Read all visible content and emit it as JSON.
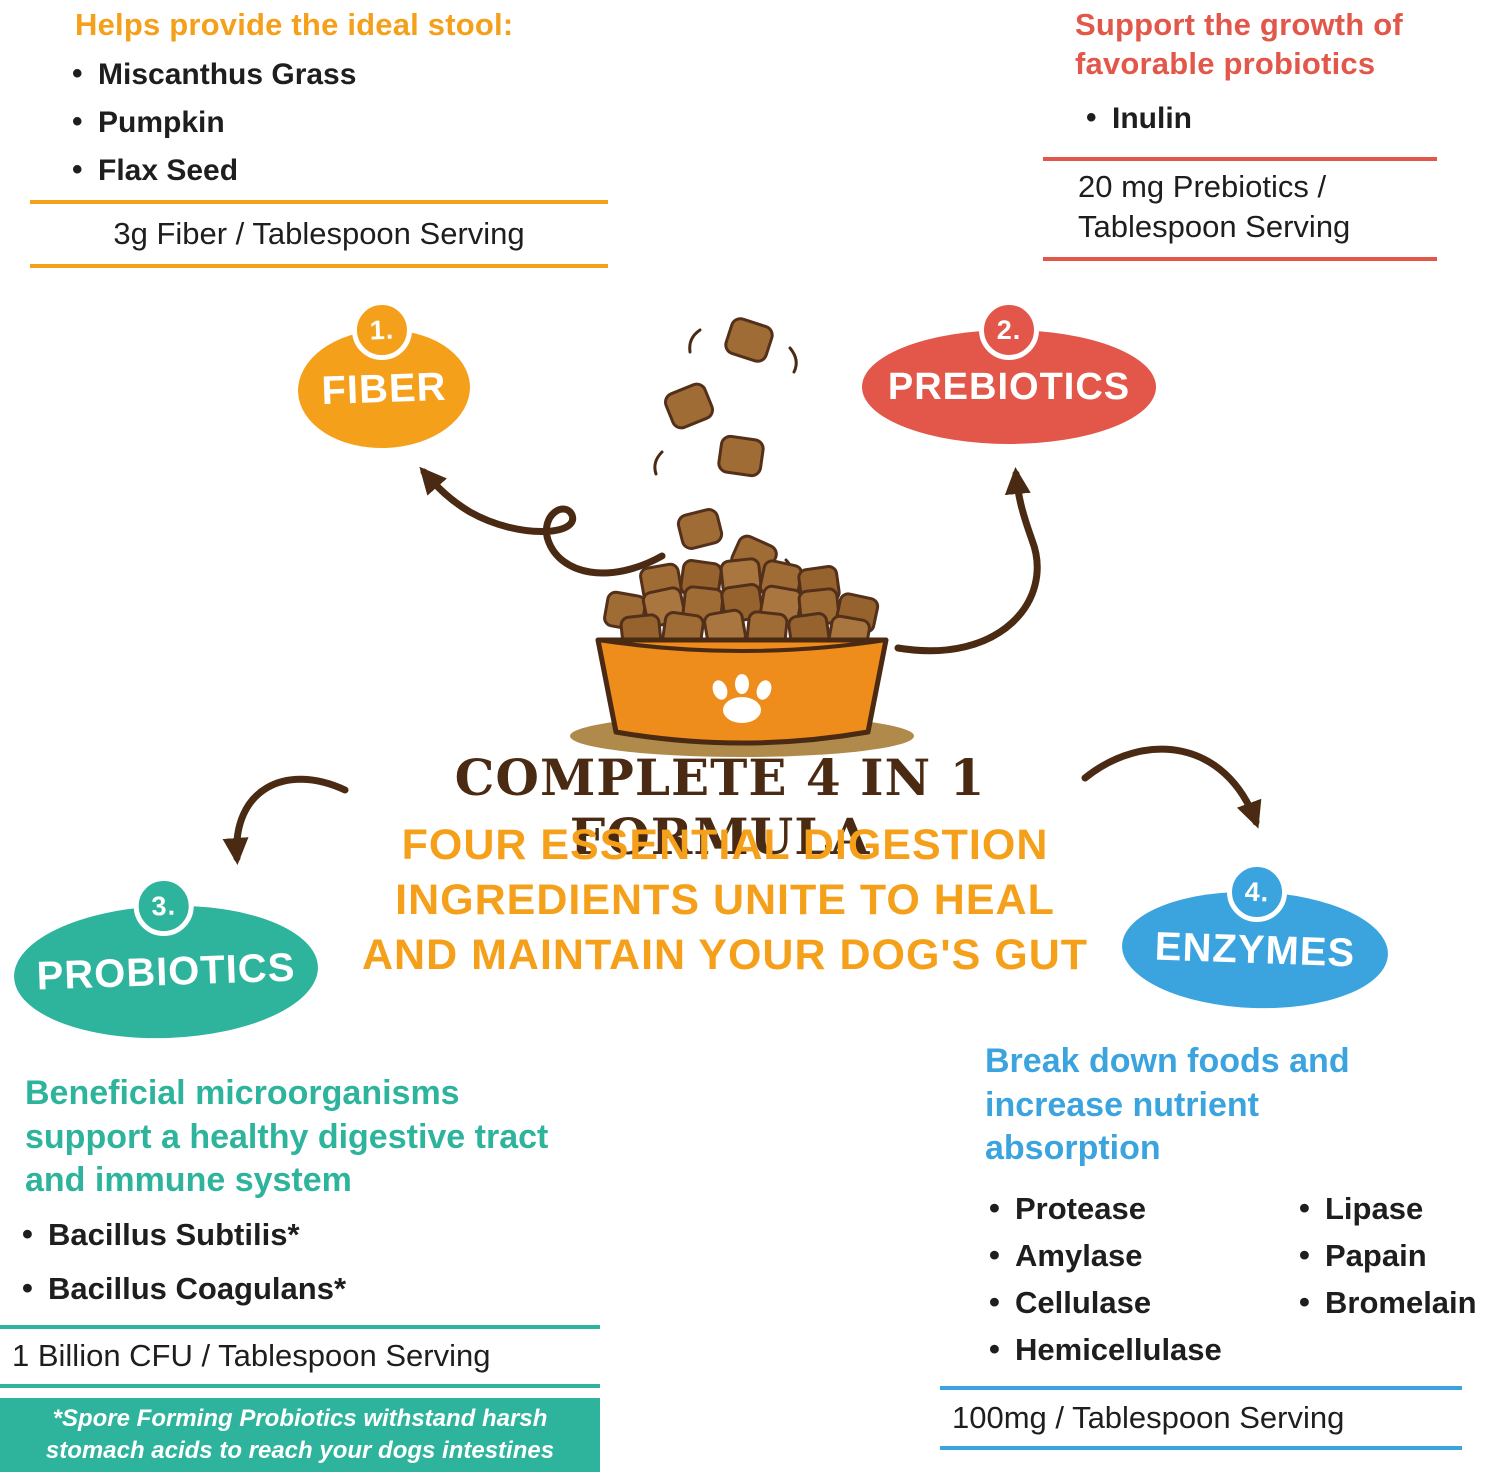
{
  "colors": {
    "orange": "#F5A01B",
    "red": "#E2574A",
    "teal": "#2EB49C",
    "blue": "#3BA4DE",
    "brown": "#4A2A12",
    "text_dark": "#1E1E1E",
    "bowl_orange": "#EE8C1C",
    "kibble_brown": "#A06C36"
  },
  "sections": {
    "fiber": {
      "number": "1.",
      "badge_label": "FIBER",
      "heading": "Helps provide the ideal stool:",
      "ingredients": [
        "Miscanthus Grass",
        "Pumpkin",
        "Flax Seed"
      ],
      "serving": "3g Fiber / Tablespoon Serving"
    },
    "prebiotics": {
      "number": "2.",
      "badge_label": "PREBIOTICS",
      "heading": "Support the growth of favorable probiotics",
      "ingredients": [
        "Inulin"
      ],
      "serving": "20 mg Prebiotics / Tablespoon Serving"
    },
    "probiotics": {
      "number": "3.",
      "badge_label": "PROBIOTICS",
      "description": "Beneficial microorganisms support a healthy digestive tract and immune system",
      "ingredients": [
        "Bacillus Subtilis*",
        "Bacillus Coagulans*"
      ],
      "serving": "1 Billion CFU / Tablespoon Serving",
      "footnote": "*Spore Forming Probiotics withstand harsh stomach acids to reach your dogs intestines"
    },
    "enzymes": {
      "number": "4.",
      "badge_label": "ENZYMES",
      "description": "Break down foods and increase nutrient absorption",
      "ingredients_col1": [
        "Protease",
        "Amylase",
        "Cellulase",
        "Hemicellulase"
      ],
      "ingredients_col2": [
        "Lipase",
        "Papain",
        "Bromelain"
      ],
      "serving": "100mg / Tablespoon Serving"
    }
  },
  "center": {
    "title": "COMPLETE 4 IN 1 FORMULA",
    "subtitle_lines": [
      "FOUR ESSENTIAL DIGESTION",
      "INGREDIENTS UNITE TO HEAL",
      "AND MAINTAIN YOUR DOG'S GUT"
    ]
  },
  "illustration": {
    "bowl_icon": "dog-food-bowl-with-kibble",
    "paw_icon": "paw-print",
    "arrow_style": "hand-drawn-brown-arrows"
  }
}
